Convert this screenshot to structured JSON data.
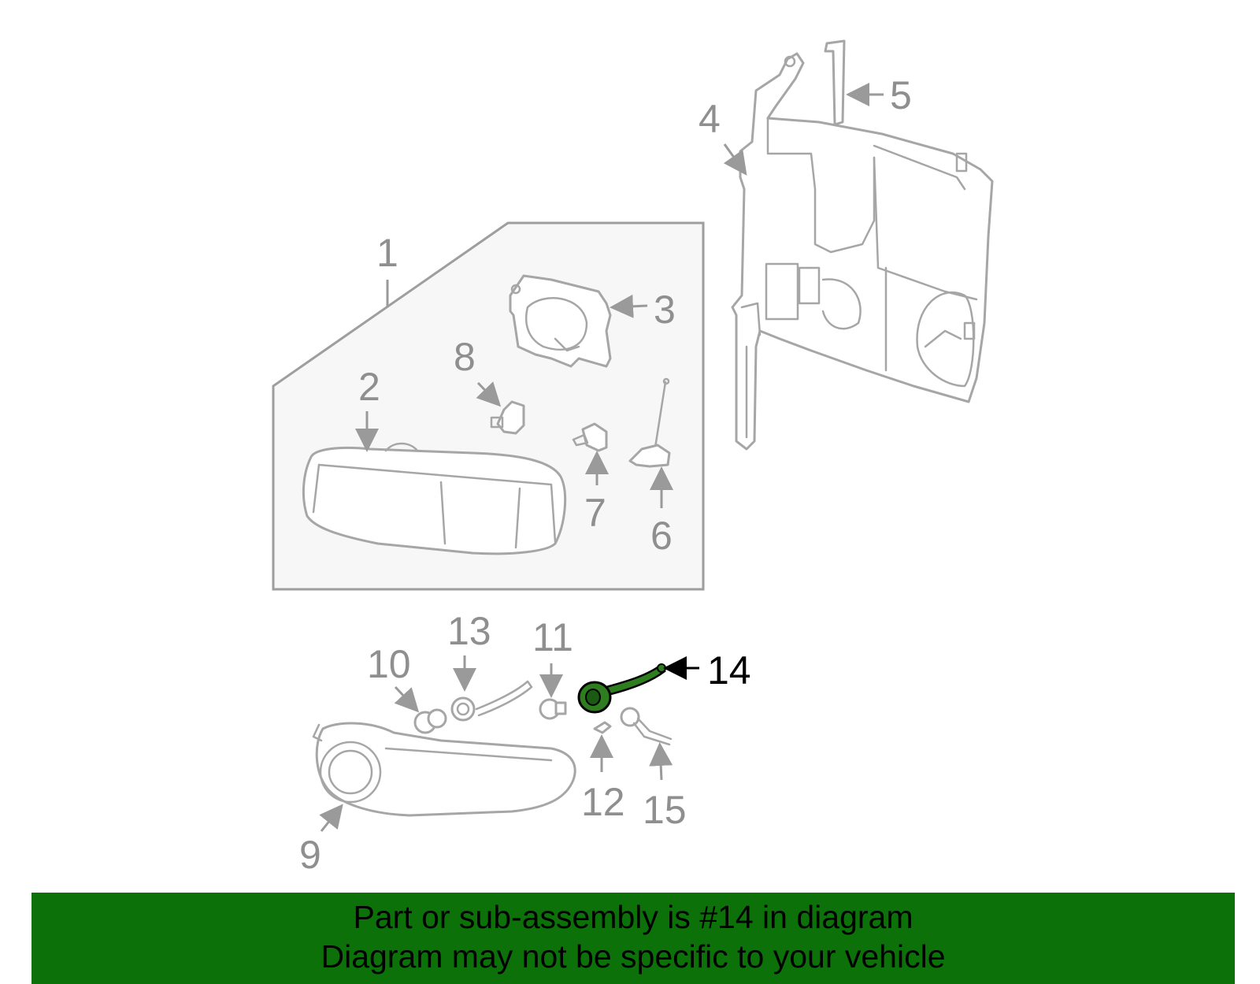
{
  "diagram": {
    "callouts": {
      "c1": "1",
      "c2": "2",
      "c3": "3",
      "c4": "4",
      "c5": "5",
      "c6": "6",
      "c7": "7",
      "c8": "8",
      "c9": "9",
      "c10": "10",
      "c11": "11",
      "c12": "12",
      "c13": "13",
      "c14": "14",
      "c15": "15"
    },
    "highlighted_part": "14",
    "highlight_color": "#2e7d1e",
    "part_stroke_color": "#a6a6a6",
    "callout_color": "#8f8f8f",
    "group_box_fill": "#f7f7f7"
  },
  "banner": {
    "line1": "Part or sub-assembly is #14 in diagram",
    "line2": "Diagram may not be specific to your vehicle",
    "background": "#0b7108"
  }
}
